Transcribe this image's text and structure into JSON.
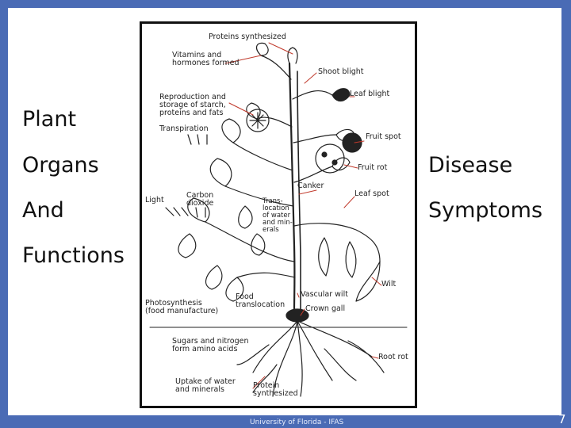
{
  "left_words": [
    "Plant",
    "Organs",
    "And",
    "Functions"
  ],
  "right_words": [
    "Disease",
    "Symptoms"
  ],
  "labels": {
    "proteins_top": "Proteins synthesized",
    "vitamins": "Vitamins and\nhormones formed",
    "shoot_blight": "Shoot blight",
    "leaf_blight": "Leaf blight",
    "reproduction": "Reproduction and\nstorage of starch,\nproteins and fats",
    "transpiration": "Transpiration",
    "fruit_spot": "Fruit spot",
    "fruit_rot": "Fruit rot",
    "light": "Light",
    "carbon": "Carbon\ndioxide",
    "translocation_water": "Trans-\nlocation\nof water\nand min-\nerals",
    "canker": "Canker",
    "leaf_spot": "Leaf spot",
    "wilt": "Wilt",
    "food_translocation": "Food\ntranslocation",
    "vascular_wilt": "Vascular wilt",
    "crown_gall": "Crown gall",
    "photosynthesis": "Photosynthesis\n(food manufacture)",
    "sugars": "Sugars and nitrogen\nform amino acids",
    "root_rot": "Root rot",
    "uptake": "Uptake of water\nand minerals",
    "proteins_bottom": "Protein\nsynthesized"
  },
  "footer": "University of Florida - IFAS",
  "page_number": "7"
}
